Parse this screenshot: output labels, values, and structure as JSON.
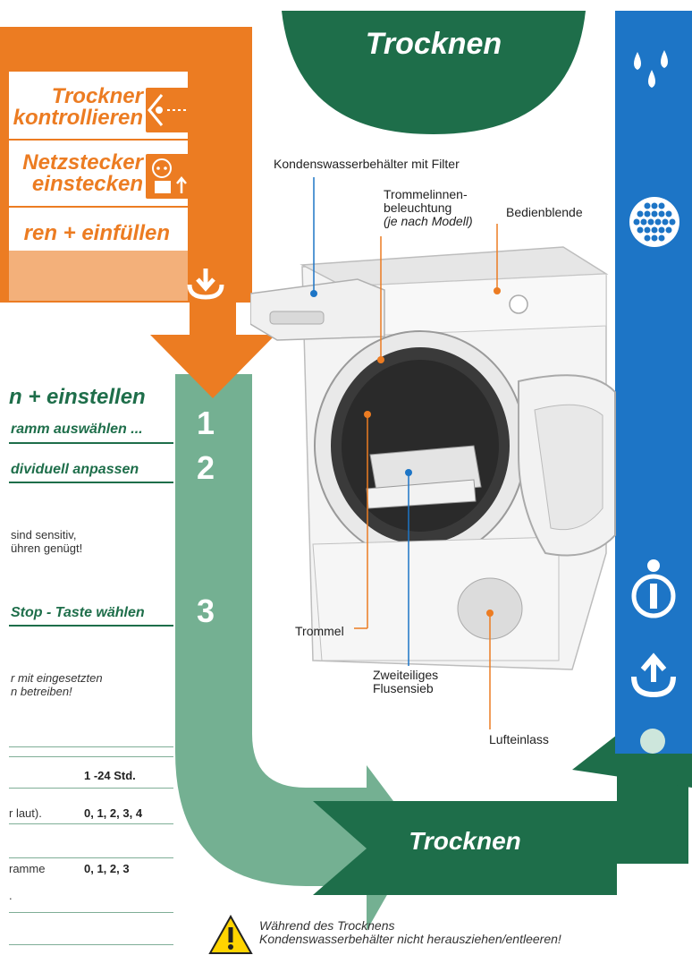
{
  "header": {
    "title": "Trocknen"
  },
  "orange_section": {
    "items": [
      {
        "line1": "Trockner",
        "line2": "kontrollieren"
      },
      {
        "line1": "Netzstecker",
        "line2": "einstecken"
      },
      {
        "line1": "ren + einfüllen"
      }
    ]
  },
  "green_section": {
    "heading": "n + einstellen",
    "steps": [
      {
        "number": "1",
        "label": "ramm auswählen ..."
      },
      {
        "number": "2",
        "label": "dividuell anpassen"
      },
      {
        "number": "3",
        "label": "Stop - Taste wählen"
      }
    ],
    "note_touch": [
      "sind sensitiv,",
      "ühren genügt!"
    ],
    "note_filter": [
      "r mit eingesetzten",
      "n betreiben!"
    ]
  },
  "settings_table": [
    {
      "label": "",
      "value": "1 -24 Std."
    },
    {
      "label": "r laut).",
      "value": "0, 1, 2, 3, 4"
    },
    {
      "label": "ramme",
      "value": "0, 1, 2, 3"
    },
    {
      "label": ".",
      "value": ""
    }
  ],
  "callouts": {
    "condensate_tank": "Kondenswasserbehälter mit Filter",
    "drum_light_1": "Trommelinnen-",
    "drum_light_2": "beleuchtung",
    "drum_light_3": "(je nach Modell)",
    "control_panel": "Bedienblende",
    "drum": "Trommel",
    "lint_filter_1": "Zweiteiliges",
    "lint_filter_2": "Flusensieb",
    "air_inlet": "Lufteinlass"
  },
  "footer": {
    "title": "Trocknen",
    "warning_line1": "Während des Trocknens",
    "warning_line2": "Kondenswasserbehälter nicht herausziehen/entleeren!"
  },
  "icons": {
    "sidebar": [
      "water-drops-icon",
      "filter-icon",
      "info-icon",
      "upload-icon"
    ],
    "orange": [
      "eye-icon",
      "plug-icon",
      "download-icon"
    ]
  },
  "colors": {
    "orange": "#ec7c22",
    "green_dark": "#1e6e4a",
    "green_light": "#74b092",
    "blue": "#1d75c6"
  }
}
